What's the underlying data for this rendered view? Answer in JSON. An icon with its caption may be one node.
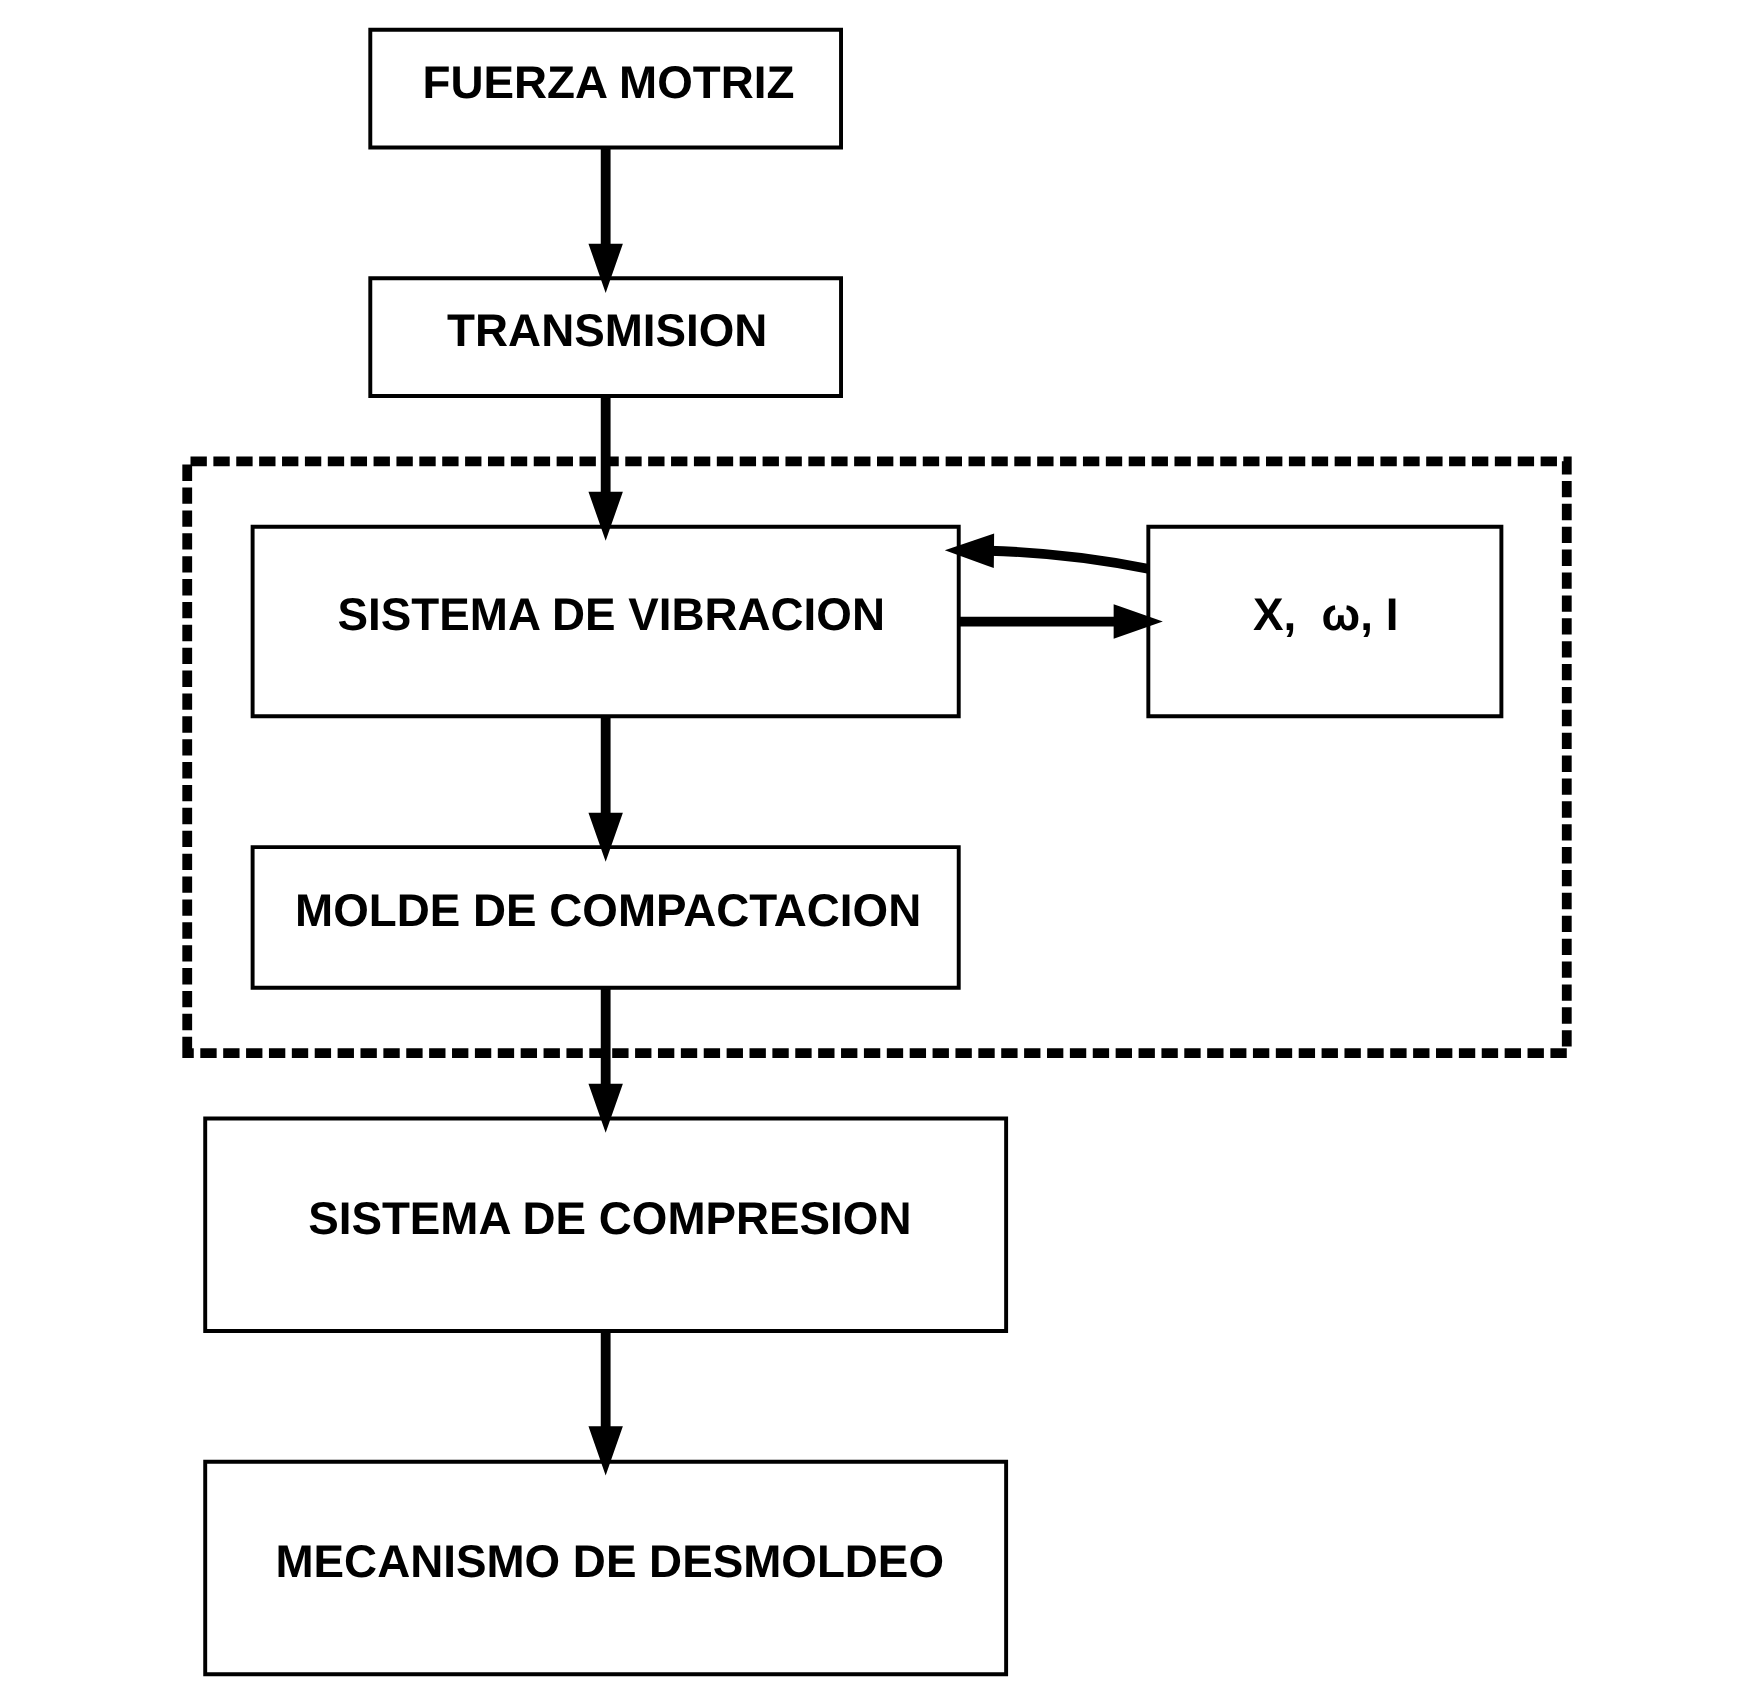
{
  "diagram": {
    "nodes": [
      {
        "text": [
          "FUERZA MOTRIZ"
        ]
      },
      {
        "text": [
          "TRANSMISION"
        ]
      },
      {
        "text": [],
        "shape": "box"
      },
      {
        "text": [
          "SISTEMA DE VIBRACION"
        ],
        "in": 2
      },
      {
        "text": [
          "X,  ω, I"
        ],
        "in": 2
      },
      {
        "text": [
          "MOLDE DE COMPACTACION"
        ],
        "in": 2
      },
      {
        "text": [
          "SISTEMA DE COMPRESION"
        ]
      },
      {
        "text": [
          "MECANISMO DE DESMOLDEO"
        ]
      }
    ],
    "edges": [
      {
        "from": 0,
        "to": 1,
        "arrow": "to"
      },
      {
        "from": 1,
        "to": 3,
        "arrow": "to"
      },
      {
        "from": 3,
        "to": 4,
        "arrow": "to"
      },
      {
        "from": 4,
        "to": 3,
        "arrow": "to"
      },
      {
        "from": 3,
        "to": 5,
        "arrow": "to"
      },
      {
        "from": 5,
        "to": 6,
        "arrow": "to"
      },
      {
        "from": 6,
        "to": 7,
        "arrow": "to"
      }
    ]
  }
}
